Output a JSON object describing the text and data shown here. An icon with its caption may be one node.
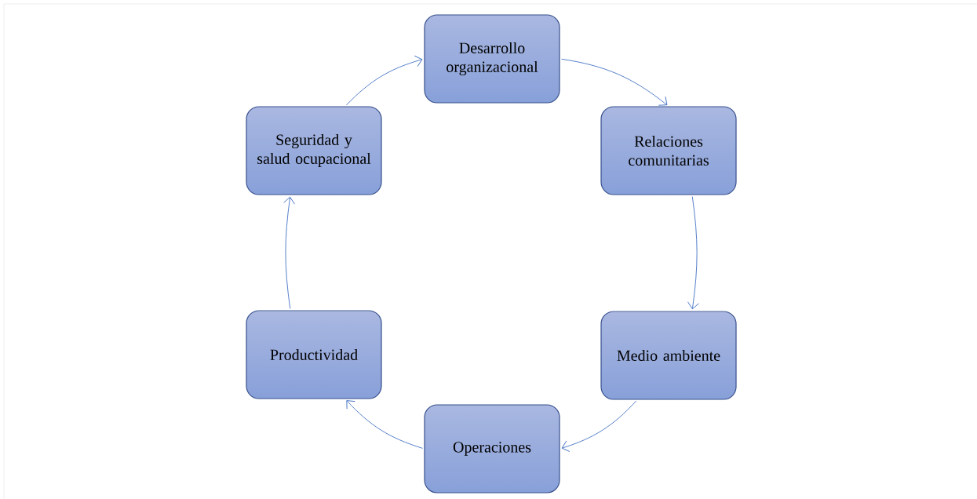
{
  "diagram": {
    "nodes": [
      {
        "text": [
          "Desarrollo organizacional"
        ]
      },
      {
        "text": [
          "Relaciones comunitarias"
        ]
      },
      {
        "text": [
          "Medio ambiente"
        ]
      },
      {
        "text": [
          "Operaciones"
        ]
      },
      {
        "text": [
          "Productividad"
        ]
      },
      {
        "text": [
          "Seguridad y salud ocupacional"
        ]
      }
    ],
    "edges": [
      {
        "from": 0,
        "to": 1,
        "arrow": "to"
      },
      {
        "from": 1,
        "to": 2,
        "arrow": "to"
      },
      {
        "from": 2,
        "to": 3,
        "arrow": "to"
      },
      {
        "from": 3,
        "to": 4,
        "arrow": "to"
      },
      {
        "from": 4,
        "to": 5,
        "arrow": "to"
      },
      {
        "from": 5,
        "to": 0,
        "arrow": "to"
      }
    ]
  }
}
